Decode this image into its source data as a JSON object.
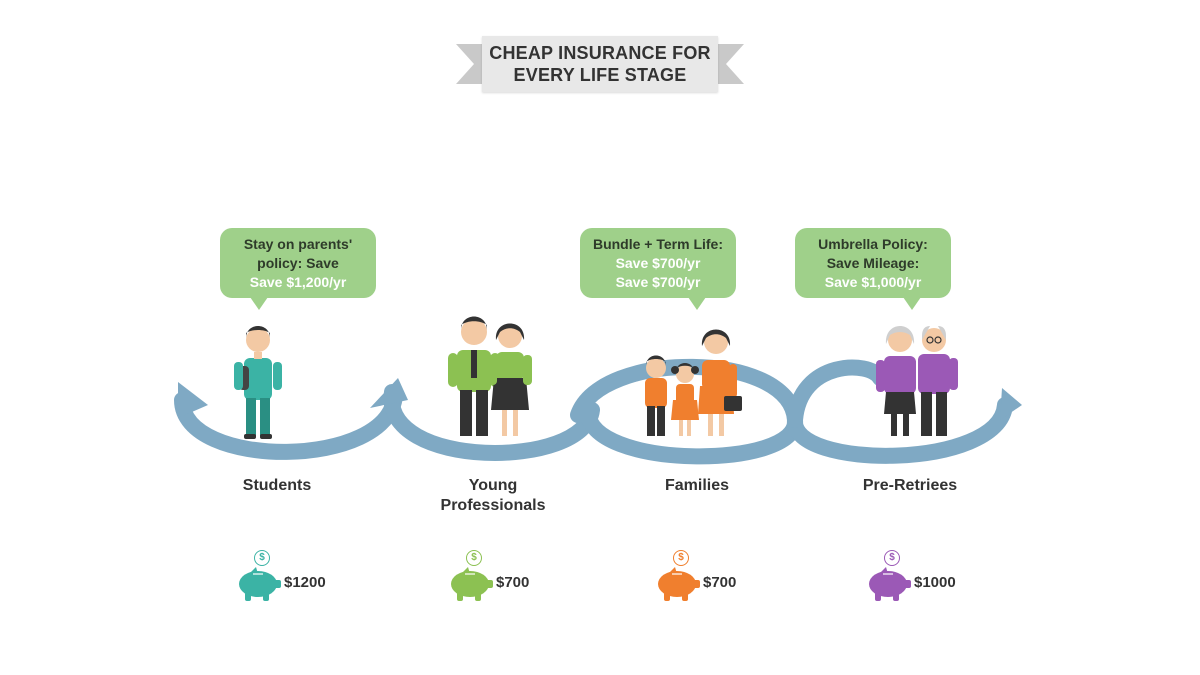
{
  "title": {
    "line1": "CHEAP INSURANCE FOR",
    "line2": "EVERY LIFE STAGE"
  },
  "colors": {
    "path": "#7fa9c4",
    "bubble": "#9fd08a",
    "teal": "#3bb3a5",
    "green": "#8cc152",
    "orange": "#f07f2e",
    "purple": "#9b59b6"
  },
  "bubbles": [
    {
      "line1": "Stay on parents'",
      "line2": "policy: Save",
      "line3": "Save $1,200/yr"
    },
    {
      "line1": "Bundle + Term Life:",
      "line2": "Save $700/yr",
      "line3": "Save $700/yr"
    },
    {
      "line1": "Umbrella Policy:",
      "line2": "Save Mileage:",
      "line3": "Save $1,000/yr"
    }
  ],
  "stages": [
    {
      "line1": "Students",
      "line2": "",
      "amount": "$1200",
      "color": "#3bb3a5",
      "coin": "$",
      "figure": "student-figure"
    },
    {
      "line1": "Young",
      "line2": "Professionals",
      "amount": "$700",
      "color": "#8cc152",
      "coin": "$",
      "figure": "couple-figure"
    },
    {
      "line1": "Families",
      "line2": "",
      "amount": "$700",
      "color": "#f07f2e",
      "coin": "$",
      "figure": "family-figure"
    },
    {
      "line1": "Pre-Retriees",
      "line2": "",
      "amount": "$1000",
      "color": "#9b59b6",
      "coin": "$",
      "figure": "retiree-couple-figure"
    }
  ]
}
